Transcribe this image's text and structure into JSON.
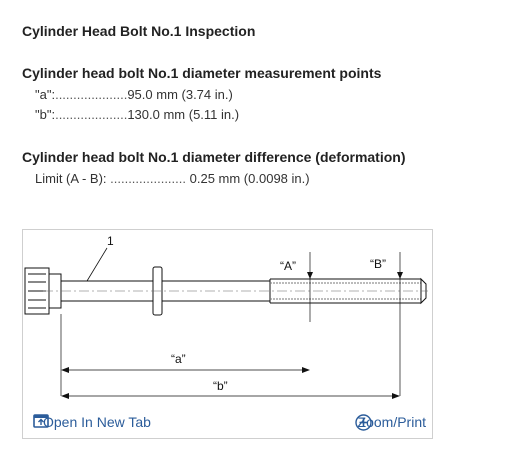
{
  "page": {
    "title": "Cylinder Head Bolt No.1 Inspection"
  },
  "measurement": {
    "heading": "Cylinder head bolt No.1 diameter measurement points",
    "rows": [
      {
        "label": "\"a\":",
        "dots": "....................",
        "value": "95.0 mm (3.74 in.)"
      },
      {
        "label": "\"b\":",
        "dots": "....................",
        "value": "130.0 mm (5.11 in.)"
      }
    ]
  },
  "difference": {
    "heading": "Cylinder head bolt No.1 diameter difference (deformation)",
    "rows": [
      {
        "label": "Limit (A - B):",
        "dots": ".....................",
        "value": "0.25 mm (0.0098 in.)"
      }
    ]
  },
  "figure": {
    "callout_number": "1",
    "label_A": "“A”",
    "label_B": "“B”",
    "label_a": "“a”",
    "label_b": "“b”",
    "open_tab_label": "Open In New Tab",
    "zoom_label": "Zoom/Print",
    "link_color": "#2b5c9a"
  }
}
